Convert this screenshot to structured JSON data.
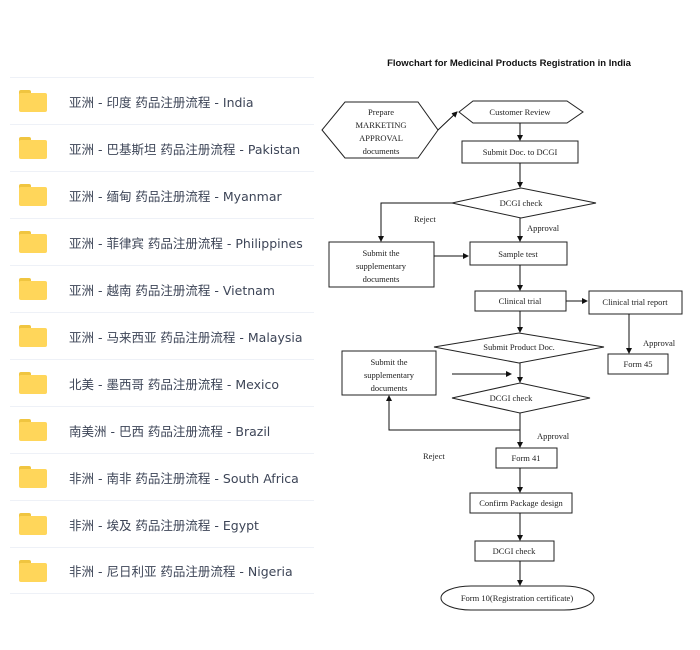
{
  "folders": [
    {
      "label": "亚洲 - 印度 药品注册流程 - India",
      "icon": "folder-icon"
    },
    {
      "label": "亚洲 - 巴基斯坦 药品注册流程 - Pakistan",
      "icon": "folder-icon"
    },
    {
      "label": "亚洲 - 缅甸 药品注册流程 - Myanmar",
      "icon": "folder-icon"
    },
    {
      "label": "亚洲 - 菲律宾 药品注册流程 - Philippines",
      "icon": "folder-icon"
    },
    {
      "label": "亚洲 - 越南 药品注册流程 - Vietnam",
      "icon": "folder-icon"
    },
    {
      "label": "亚洲 - 马来西亚 药品注册流程 - Malaysia",
      "icon": "folder-icon"
    },
    {
      "label": "北美 - 墨西哥 药品注册流程 - Mexico",
      "icon": "folder-icon"
    },
    {
      "label": "南美洲 - 巴西 药品注册流程 - Brazil",
      "icon": "folder-icon"
    },
    {
      "label": "非洲 - 南非 药品注册流程 - South Africa",
      "icon": "folder-icon"
    },
    {
      "label": "非洲 - 埃及 药品注册流程 - Egypt",
      "icon": "folder-icon"
    },
    {
      "label": "非洲 - 尼日利亚 药品注册流程 - Nigeria",
      "icon": "folder-icon"
    }
  ],
  "flowchart": {
    "title": "Flowchart for Medicinal Products Registration in India",
    "nodes": {
      "prepare": [
        "Prepare",
        "MARKETING",
        "APPROVAL",
        "documents"
      ],
      "customer_review": "Customer Review",
      "submit_doc": "Submit Doc. to DCGI",
      "dcgi_check_1": "DCGI check",
      "supp_docs_1": [
        "Submit the",
        "supplementary",
        "documents"
      ],
      "sample_test": "Sample test",
      "clinical_trial": "Clinical trial",
      "clinical_trial_report": "Clinical trial report",
      "form_45": "Form 45",
      "submit_product_doc": "Submit Product Doc.",
      "supp_docs_2": [
        "Submit the",
        "supplementary",
        "documents"
      ],
      "dcgi_check_2": "DCGI check",
      "form_41": "Form 41",
      "confirm_package": "Confirm Package design",
      "dcgi_check_3": "DCGI check",
      "form_10": "Form 10(Registration certificate)"
    },
    "edge_labels": {
      "reject_1": "Reject",
      "approval_1": "Approval",
      "approval_report": "Approval",
      "approval_2": "Approval",
      "reject_2": "Reject"
    }
  }
}
